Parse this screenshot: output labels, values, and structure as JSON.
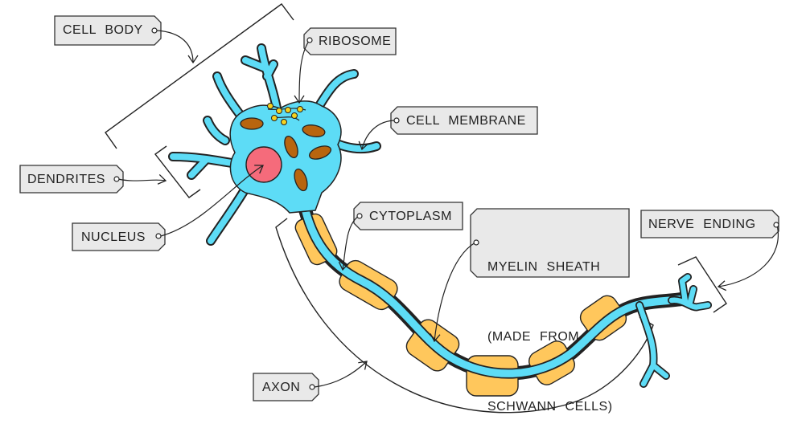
{
  "labels": {
    "cell_body": "CELL BODY",
    "ribosome": "RIBOSOME",
    "cell_membrane": "CELL MEMBRANE",
    "dendrites": "DENDRITES",
    "nucleus": "NUCLEUS",
    "cytoplasm": "CYTOPLASM",
    "myelin_line1": "MYELIN SHEATH",
    "myelin_line2": "(MADE FROM",
    "myelin_line3": "SCHWANN CELLS)",
    "nerve_ending": "NERVE ENDING",
    "axon": "AXON"
  },
  "colors": {
    "cytoplasm": "#5ddcf6",
    "myelin": "#ffc75c",
    "nucleus": "#f56b7b",
    "mitochondria": "#b8650f",
    "ribosome": "#f5d21e",
    "label_box": "#e9e9e9"
  }
}
